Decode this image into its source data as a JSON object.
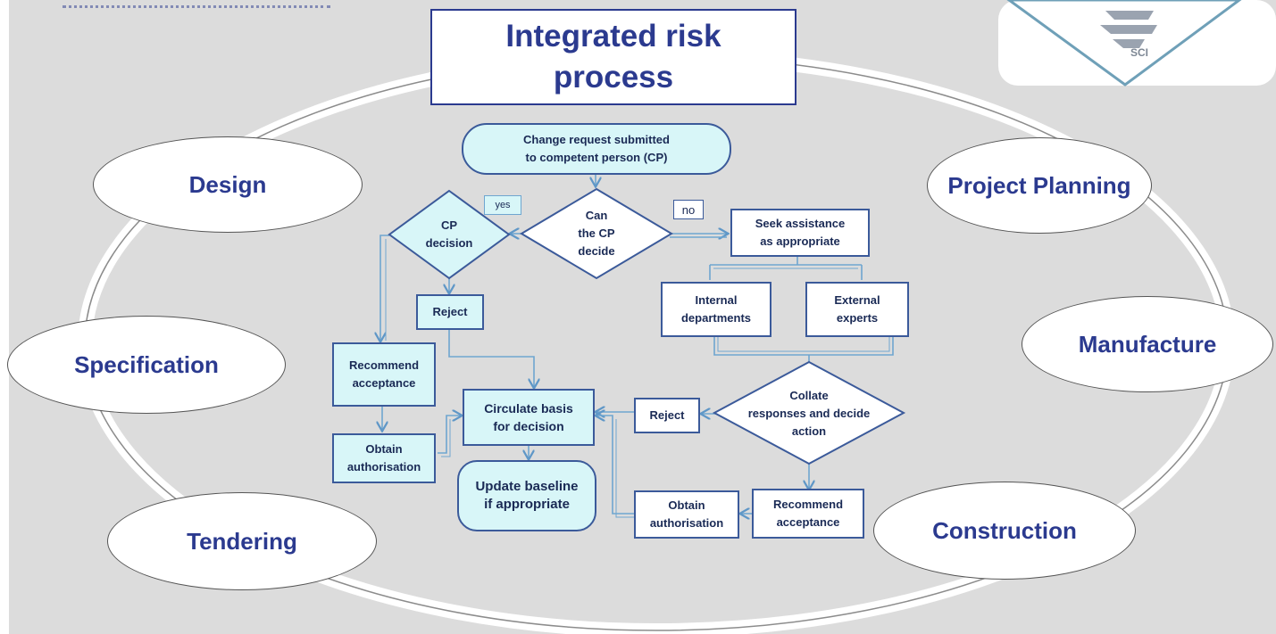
{
  "title": {
    "line1": "Integrated risk",
    "line2": "process"
  },
  "stages": {
    "design": "Design",
    "project_planning": "Project Planning",
    "specification": "Specification",
    "manufacture": "Manufacture",
    "tendering": "Tendering",
    "construction": "Construction"
  },
  "flow": {
    "change_request": "Change request submitted\nto competent person (CP)",
    "cp_decision": "CP\ndecision",
    "can_cp_decide": "Can\nthe CP\ndecide",
    "yes_label": "yes",
    "no_label": "no",
    "seek_assistance": "Seek assistance\nas appropriate",
    "internal_departments": "Internal\ndepartments",
    "external_experts": "External\nexperts",
    "reject_left": "Reject",
    "recommend_left": "Recommend\nacceptance",
    "obtain_left": "Obtain\nauthorisation",
    "circulate": "Circulate basis\nfor decision",
    "update_baseline": "Update baseline\nif appropriate",
    "reject_right": "Reject",
    "collate": "Collate\nresponses and decide\naction",
    "obtain_right": "Obtain\nauthorisation",
    "recommend_right": "Recommend\nacceptance"
  },
  "logo": {
    "text": "SCI"
  },
  "colors": {
    "background": "#dcdcdc",
    "title_text": "#2b3a8f",
    "node_fill": "#d8f6f8",
    "node_stroke": "#3b5a9a",
    "connector": "#6fa6d0"
  }
}
